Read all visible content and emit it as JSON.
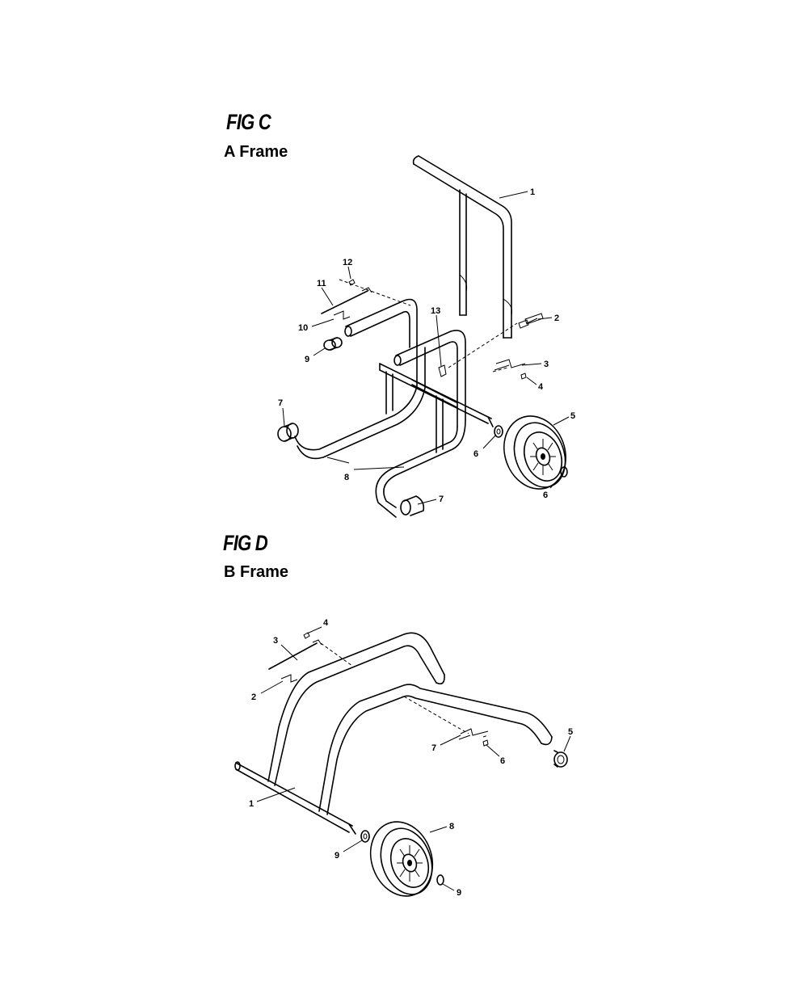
{
  "figures": {
    "fig_c": {
      "title": "FIG C",
      "subtitle": "A Frame",
      "callouts": [
        "1",
        "2",
        "3",
        "4",
        "5",
        "6",
        "6",
        "7",
        "7",
        "8",
        "9",
        "10",
        "11",
        "12",
        "13"
      ]
    },
    "fig_d": {
      "title": "FIG D",
      "subtitle": "B Frame",
      "callouts": [
        "1",
        "2",
        "3",
        "4",
        "5",
        "6",
        "7",
        "8",
        "9",
        "9"
      ]
    }
  }
}
